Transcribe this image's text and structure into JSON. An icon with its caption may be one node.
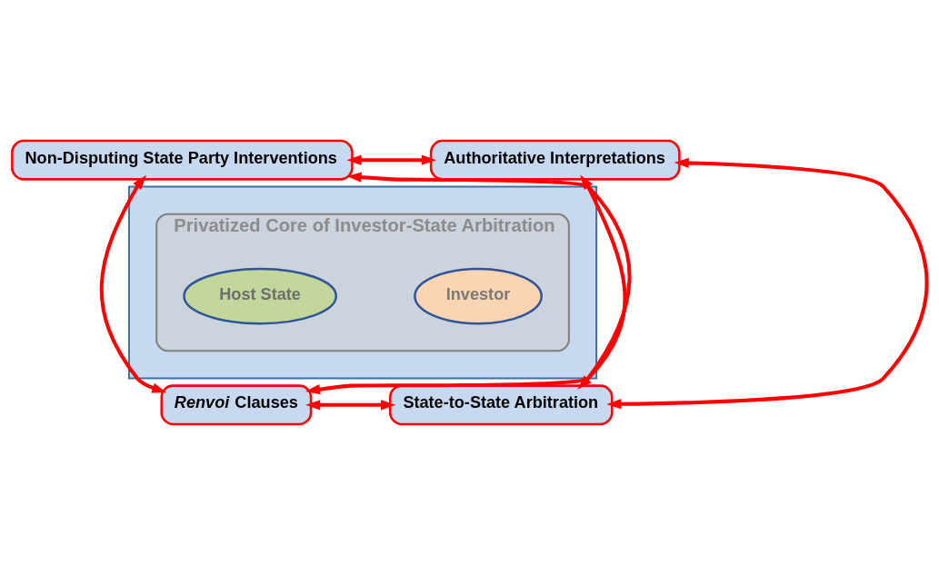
{
  "diagram": {
    "nodes": [
      {
        "text": [],
        "shape": "box"
      },
      {
        "text": [
          "Non-Disputing State Party Interventions"
        ]
      },
      {
        "text": [
          "Authoritative Interpretations"
        ]
      },
      {
        "text": [
          "Privatized Core of Investor-State Arbitration"
        ],
        "in": 0
      },
      {
        "text": [
          "Host State"
        ],
        "in": 3
      },
      {
        "text": [
          "Investor"
        ],
        "in": 3
      },
      {
        "text": [
          "*Renvoi* Clauses"
        ]
      },
      {
        "text": [
          "State-to-State Arbitration"
        ]
      }
    ],
    "edges": [
      {
        "from": 1,
        "to": 2,
        "arrow": "both"
      },
      {
        "from": 1,
        "to": 6,
        "arrow": "both"
      },
      {
        "from": 2,
        "to": 7,
        "arrow": "both"
      },
      {
        "from": 1,
        "to": 7,
        "arrow": "both"
      },
      {
        "from": 6,
        "to": 2,
        "arrow": "both"
      },
      {
        "from": 6,
        "to": 7,
        "arrow": "both"
      }
    ]
  }
}
